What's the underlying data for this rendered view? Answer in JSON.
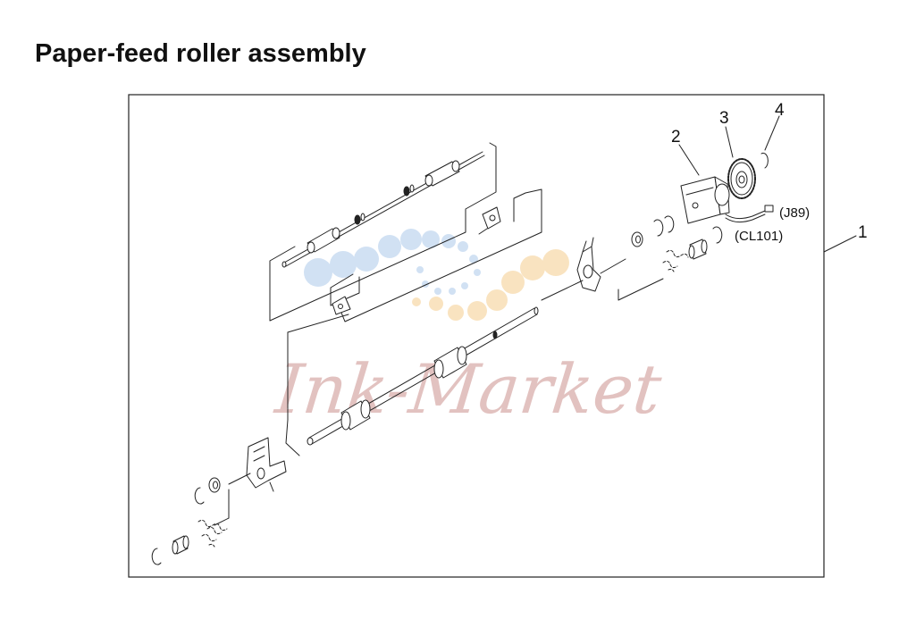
{
  "title": "Paper-feed roller assembly",
  "callouts": [
    "1",
    "2",
    "3",
    "4"
  ],
  "connectors": [
    "(J89)",
    "(CL101)"
  ],
  "watermark": "Ink-Market",
  "colors": {
    "line": "#222222",
    "watermark_text": "#e2c2c0",
    "watermark_blue": "#c9dcf2",
    "watermark_orange": "#f8dfb6"
  }
}
